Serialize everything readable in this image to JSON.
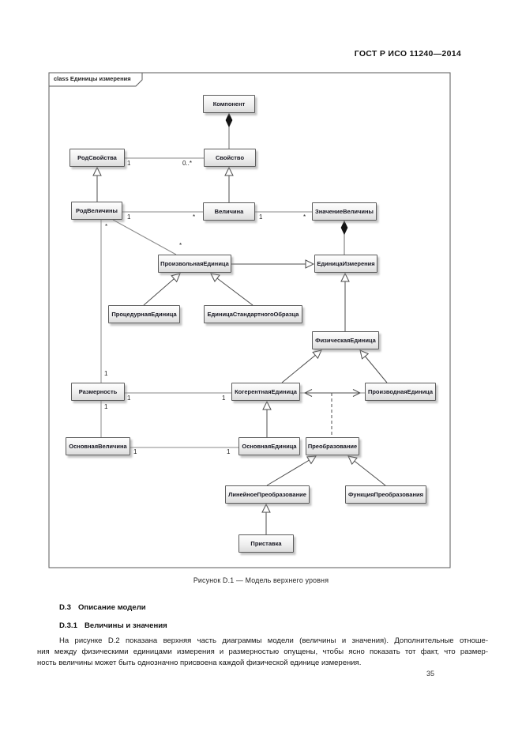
{
  "page": {
    "header": "ГОСТ Р ИСО 11240—2014",
    "number": "35"
  },
  "diagram": {
    "frame_label": "class Единицы измерения",
    "caption": "Рисунок  D.1 — Модель верхнего уровня",
    "classes": [
      {
        "label": "Компонент"
      },
      {
        "label": "РодСвойства"
      },
      {
        "label": "Свойство"
      },
      {
        "label": "РодВеличины"
      },
      {
        "label": "Величина"
      },
      {
        "label": "ЗначениеВеличины"
      },
      {
        "label": "ПроизвольнаяЕдиница"
      },
      {
        "label": "ЕдиницаИзмерения"
      },
      {
        "label": "ПроцедурнаяЕдиница"
      },
      {
        "label": "ЕдиницаСтандартногоОбразца"
      },
      {
        "label": "ФизическаяЕдиница"
      },
      {
        "label": "Размерность"
      },
      {
        "label": "КогерентнаяЕдиница"
      },
      {
        "label": "ПроизводнаяЕдиница"
      },
      {
        "label": "ОсновнаяВеличина"
      },
      {
        "label": "ОсновнаяЕдиница"
      },
      {
        "label": "Преобразование"
      },
      {
        "label": "ЛинейноеПреобразование"
      },
      {
        "label": "ФункцияПреобразования"
      },
      {
        "label": "Приставка"
      }
    ],
    "multiplicities": [
      {
        "text": "1"
      },
      {
        "text": "0..*"
      },
      {
        "text": "1"
      },
      {
        "text": "*"
      },
      {
        "text": "1"
      },
      {
        "text": "*"
      },
      {
        "text": "*"
      },
      {
        "text": "*"
      },
      {
        "text": "1"
      },
      {
        "text": "1"
      },
      {
        "text": "1"
      },
      {
        "text": "1"
      },
      {
        "text": "1"
      },
      {
        "text": "1"
      }
    ],
    "relations": [
      {
        "from": "Свойство",
        "to": "Компонент",
        "type": "composition"
      },
      {
        "from": "РодСвойства",
        "to": "Свойство",
        "type": "association",
        "mult": [
          "1",
          "0..*"
        ]
      },
      {
        "from": "РодВеличины",
        "to": "РодСвойства",
        "type": "generalization"
      },
      {
        "from": "Величина",
        "to": "Свойство",
        "type": "generalization"
      },
      {
        "from": "РодВеличины",
        "to": "Величина",
        "type": "association",
        "mult": [
          "1",
          "*"
        ]
      },
      {
        "from": "Величина",
        "to": "ЗначениеВеличины",
        "type": "association",
        "mult": [
          "1",
          "*"
        ]
      },
      {
        "from": "ЕдиницаИзмерения",
        "to": "ЗначениеВеличины",
        "type": "composition"
      },
      {
        "from": "РодВеличины",
        "to": "Размерность",
        "type": "association",
        "mult": [
          "*",
          "1"
        ]
      },
      {
        "from": "РодВеличины",
        "to": "ПроизвольнаяЕдиница",
        "type": "association",
        "mult": [
          "",
          "*"
        ]
      },
      {
        "from": "ПроизвольнаяЕдиница",
        "to": "ЕдиницаИзмерения",
        "type": "generalization"
      },
      {
        "from": "ПроцедурнаяЕдиница",
        "to": "ПроизвольнаяЕдиница",
        "type": "generalization"
      },
      {
        "from": "ЕдиницаСтандартногоОбразца",
        "to": "ПроизвольнаяЕдиница",
        "type": "generalization"
      },
      {
        "from": "ФизическаяЕдиница",
        "to": "ЕдиницаИзмерения",
        "type": "generalization"
      },
      {
        "from": "КогерентнаяЕдиница",
        "to": "ФизическаяЕдиница",
        "type": "generalization"
      },
      {
        "from": "ПроизводнаяЕдиница",
        "to": "ФизическаяЕдиница",
        "type": "generalization"
      },
      {
        "from": "Размерность",
        "to": "КогерентнаяЕдиница",
        "type": "association",
        "mult": [
          "1",
          "1"
        ]
      },
      {
        "from": "Размерность",
        "to": "ОсновнаяВеличина",
        "type": "association",
        "mult": [
          "1",
          ""
        ]
      },
      {
        "from": "КогерентнаяЕдиница",
        "to": "ПроизводнаяЕдиница",
        "type": "bidirectional-association"
      },
      {
        "from": "Преобразование",
        "to": "КогерентнаяЕдиница—ПроизводнаяЕдиница",
        "type": "association-class-link"
      },
      {
        "from": "ОсновнаяЕдиница",
        "to": "КогерентнаяЕдиница",
        "type": "generalization"
      },
      {
        "from": "ОсновнаяВеличина",
        "to": "ОсновнаяЕдиница",
        "type": "association",
        "mult": [
          "1",
          "1"
        ]
      },
      {
        "from": "ЛинейноеПреобразование",
        "to": "Преобразование",
        "type": "generalization"
      },
      {
        "from": "ФункцияПреобразования",
        "to": "Преобразование",
        "type": "generalization"
      },
      {
        "from": "Приставка",
        "to": "ЛинейноеПреобразование",
        "type": "generalization"
      }
    ]
  },
  "sections": {
    "d3": {
      "num": "D.3",
      "title": "Описание модели"
    },
    "d31": {
      "num": "D.3.1",
      "title": "Величины и значения"
    },
    "d31_lines": [
      "На рисунке D.2 показана верхняя часть диаграммы модели (величины и значения). Дополнительные отноше-",
      "ния между физическими единицами измерения и размерностью опущены, чтобы ясно показать тот факт, что размер-",
      "ность величины может быть однозначно присвоена каждой физической единице измерения."
    ]
  }
}
